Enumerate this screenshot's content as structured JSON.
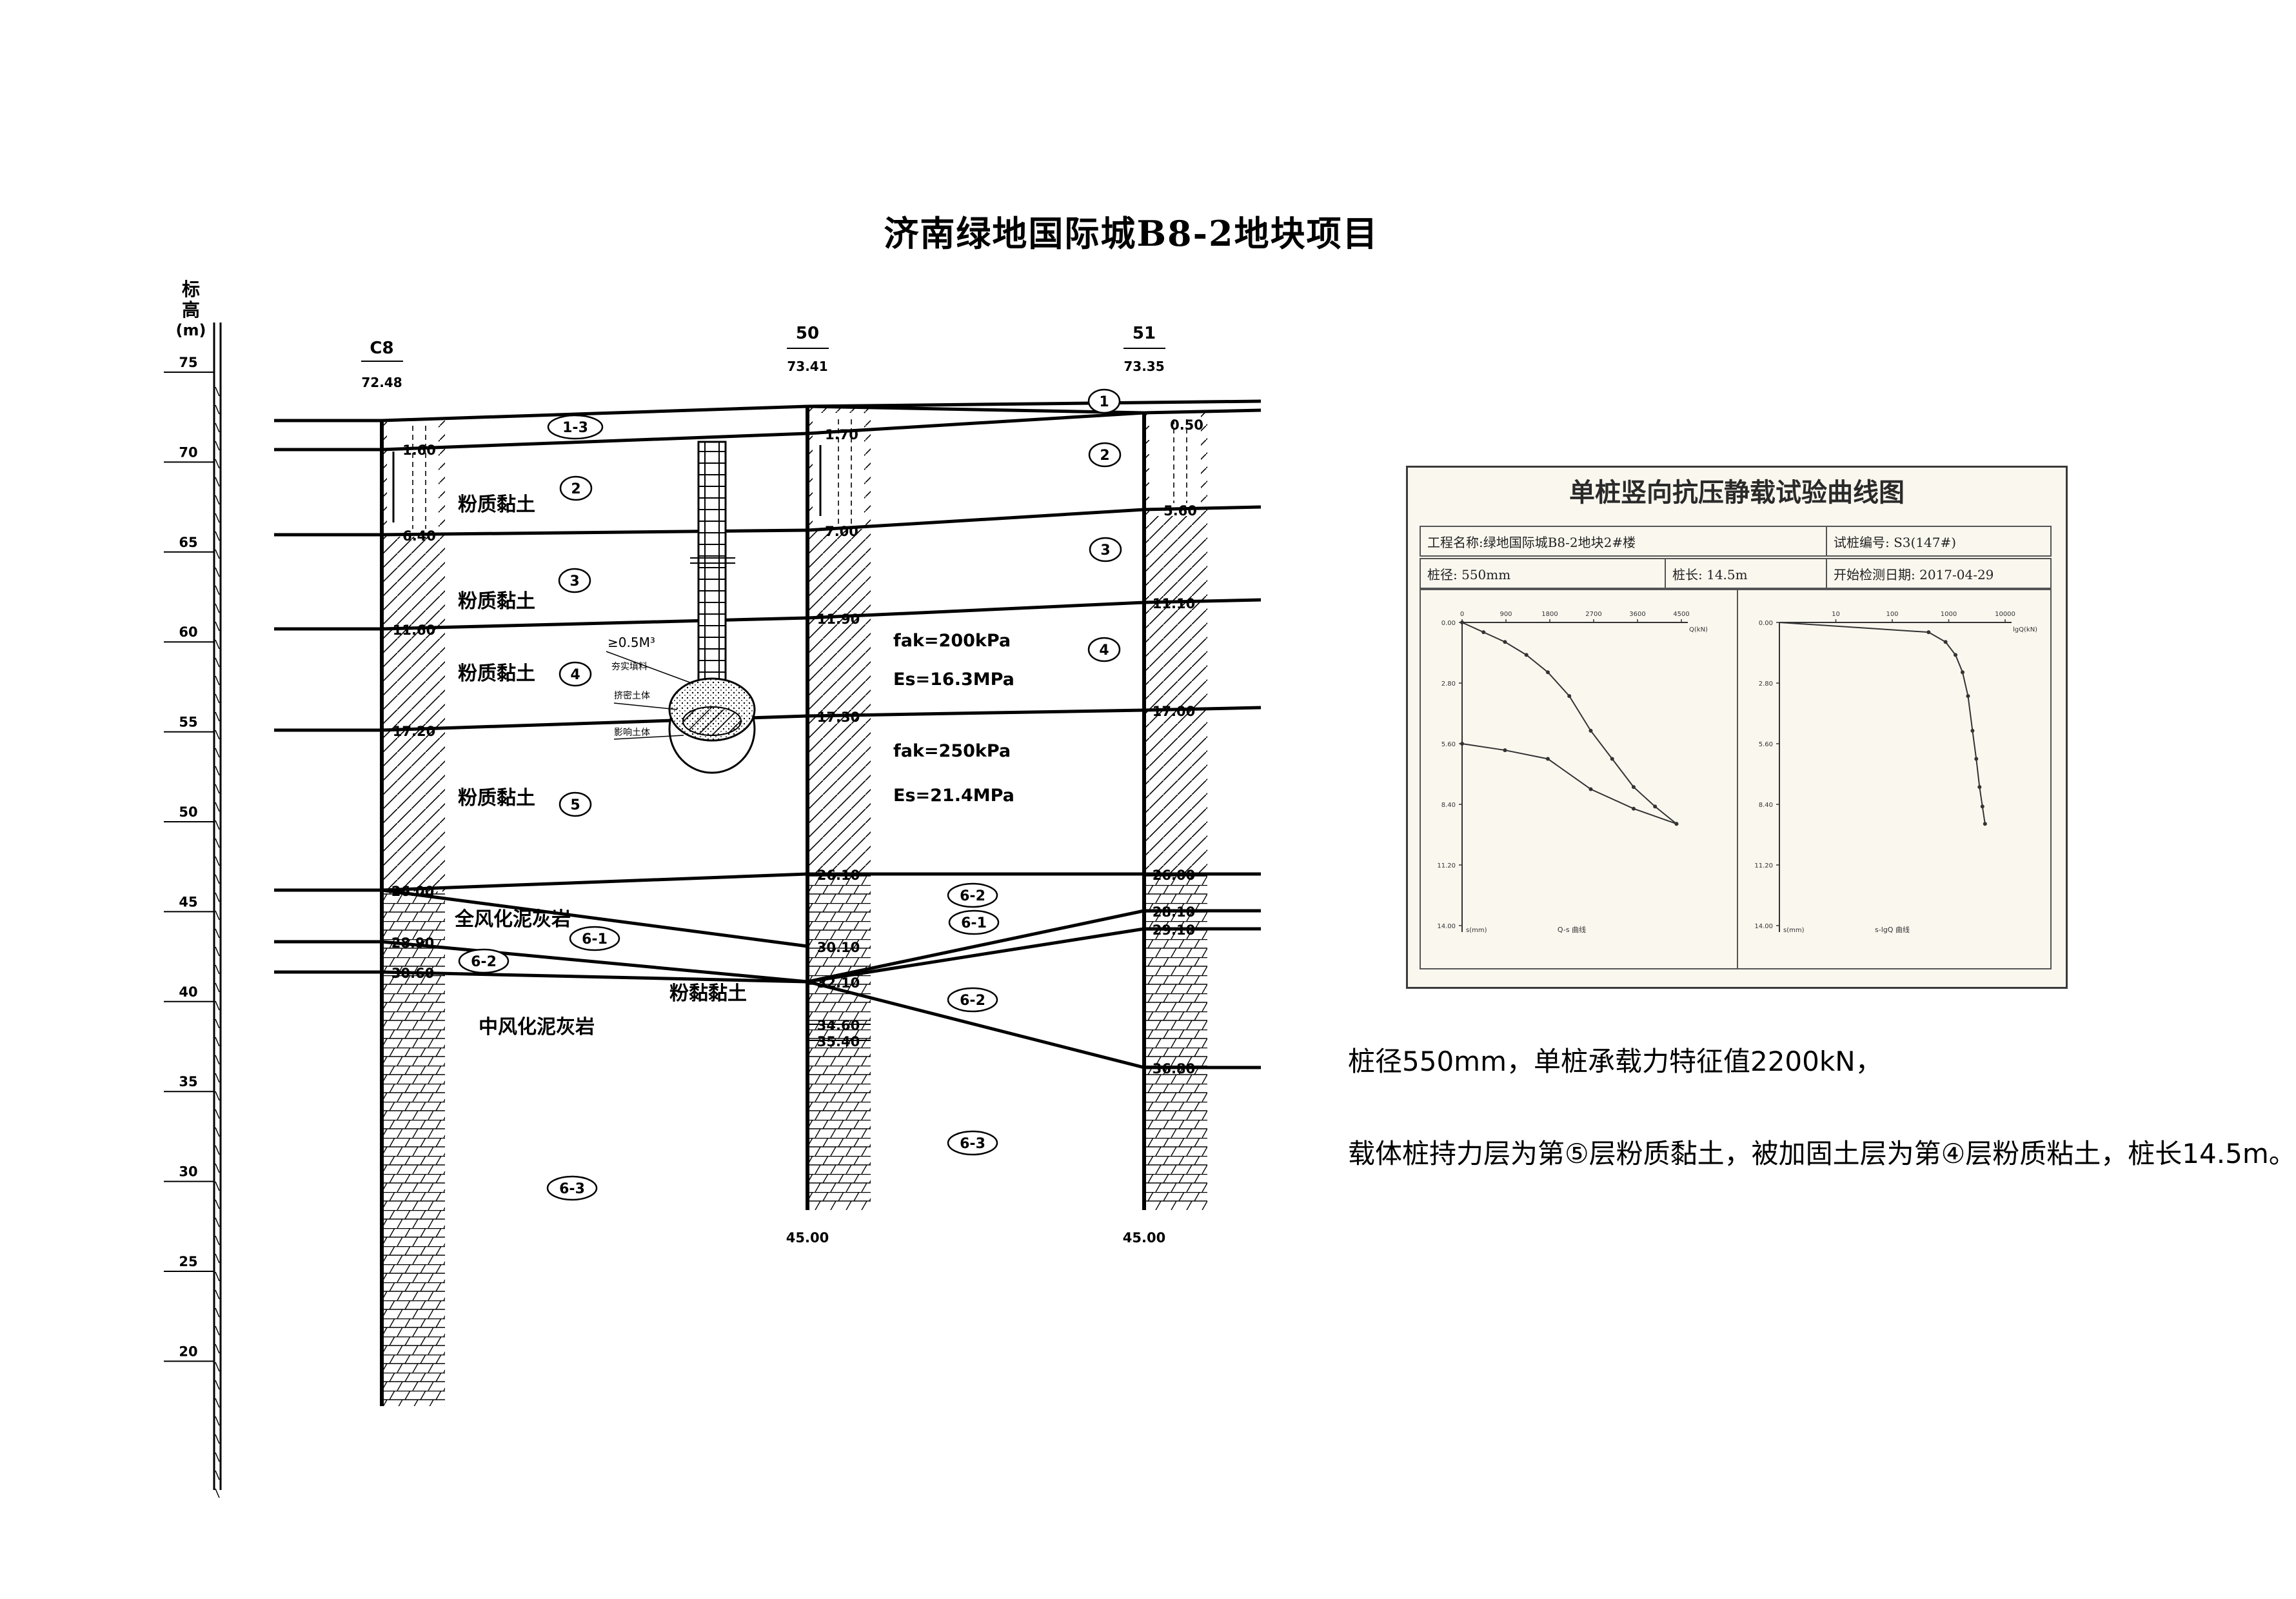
{
  "title": "济南绿地国际城B8-2地块项目",
  "axis": {
    "label_chars": [
      "标",
      "高",
      "(m)"
    ],
    "ticks": [
      "75",
      "70",
      "65",
      "60",
      "55",
      "50",
      "45",
      "40",
      "35",
      "30",
      "25",
      "20"
    ]
  },
  "boreholes": [
    {
      "id": "C8",
      "elev": "72.48",
      "depths": [
        "1.60",
        "6.40",
        "11.60",
        "17.20",
        "26.00",
        "28.90",
        "30.60"
      ]
    },
    {
      "id": "50",
      "elev": "73.41",
      "depths": [
        "1.70",
        "7.00",
        "11.90",
        "17.30",
        "26.10",
        "30.10",
        "32.10",
        "34.60",
        "35.40"
      ],
      "bottom": "45.00"
    },
    {
      "id": "51",
      "elev": "73.35",
      "depths": [
        "0.50",
        "5.60",
        "11.10",
        "17.00",
        "26.00",
        "28.10",
        "29.10",
        "36.80"
      ],
      "bottom": "45.00"
    }
  ],
  "layer_tags": [
    "1",
    "1-3",
    "2",
    "3",
    "4",
    "5",
    "6-2",
    "6-1",
    "6-2",
    "6-1",
    "6-2",
    "6-3",
    "6-3"
  ],
  "soil_names": [
    "粉质黏土",
    "粉质黏土",
    "粉质黏土",
    "粉质黏土",
    "全风化泥灰岩",
    "中风化泥灰岩",
    "粉黏黏土"
  ],
  "params": [
    "fak=200kPa",
    "Es=16.3MPa",
    "fak=250kPa",
    "Es=21.4MPa"
  ],
  "pile_detail": {
    "volume": "≥0.5M³",
    "labels": [
      "夯实填料",
      "挤密土体",
      "影响土体"
    ]
  },
  "load_test": {
    "title": "单桩竖向抗压静载试验曲线图",
    "project": "工程名称:绿地国际城B8-2地块2#楼",
    "pile_no": "试桩编号: S3(147#)",
    "diameter": "桩径: 550mm",
    "length": "桩长: 14.5m",
    "date": "开始检测日期: 2017-04-29",
    "qs": {
      "x_ticks": [
        "0",
        "900",
        "1800",
        "2700",
        "3600",
        "4500"
      ],
      "y_ticks": [
        "0.00",
        "2.80",
        "5.60",
        "8.40",
        "11.20",
        "14.00"
      ],
      "x_label": "Q(kN)",
      "y_label": "s(mm)",
      "caption": "Q-s 曲线",
      "load": [
        0,
        440,
        880,
        1320,
        1760,
        2200,
        2640,
        3080,
        3520,
        3960,
        4400
      ],
      "settle": [
        0,
        0.45,
        0.9,
        1.5,
        2.3,
        3.4,
        5.0,
        6.3,
        7.6,
        8.5,
        9.3
      ],
      "unload_load": [
        4400,
        3520,
        2640,
        1760,
        880,
        0
      ],
      "unload_settle": [
        9.3,
        8.6,
        7.7,
        6.3,
        5.9,
        5.6
      ]
    },
    "slgq": {
      "x_ticks": [
        "10",
        "100",
        "1000",
        "10000"
      ],
      "y_ticks": [
        "0.00",
        "2.80",
        "5.60",
        "8.40",
        "11.20",
        "14.00"
      ],
      "x_label": "lgQ(kN)",
      "y_label": "s(mm)",
      "caption": "s-lgQ 曲线"
    }
  },
  "notes": [
    "桩径550mm，单桩承载力特征值2200kN，",
    "载体桩持力层为第⑤层粉质黏土，被加固土层为第④层粉质粘土，桩长14.5m。"
  ]
}
